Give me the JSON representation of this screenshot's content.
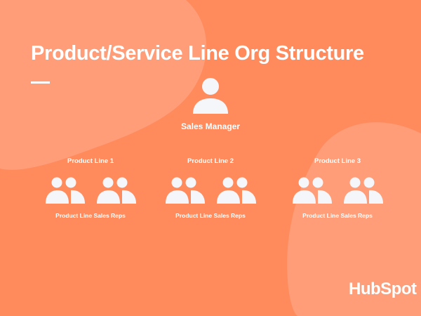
{
  "title": "Product/Service Line Org Structure",
  "manager": {
    "label": "Sales Manager",
    "icon": "person-icon"
  },
  "groups": [
    {
      "label": "Product Line 1",
      "reps_label": "Product Line Sales Reps"
    },
    {
      "label": "Product Line 2",
      "reps_label": "Product Line Sales Reps"
    },
    {
      "label": "Product Line 3",
      "reps_label": "Product Line Sales Reps"
    }
  ],
  "logo": "HubSpot",
  "colors": {
    "background": "#ff8a5c",
    "blob": "#ff9d78",
    "icon": "#f4f6fa"
  }
}
